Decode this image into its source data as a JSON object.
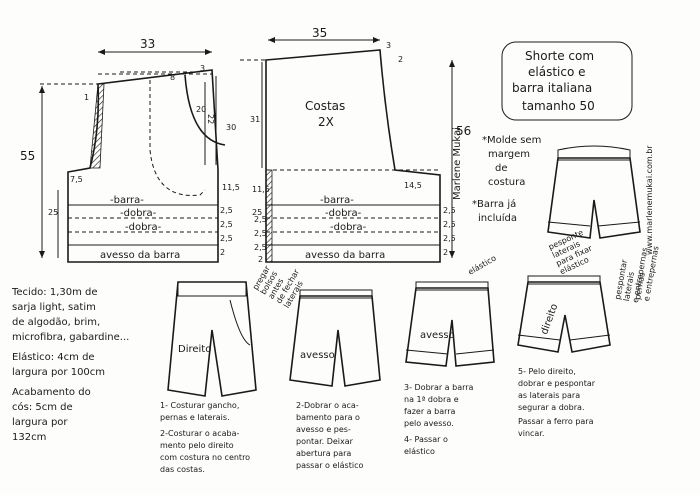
{
  "title": {
    "line1": "Shorte com",
    "line2": "elástico e",
    "line3": "barra italiana",
    "line4": "tamanho 50"
  },
  "front_piece": {
    "width_label": "33",
    "height_label": "55",
    "dim_8": "8",
    "dim_3": "3",
    "dim_1": "1",
    "dim_20": "20",
    "dim_22": "22",
    "dim_30": "30",
    "dim_11_5": "11,5",
    "dim_7_5": "7,5",
    "dim_25": "25",
    "dim_2_5a": "2,5",
    "dim_2_5b": "2,5",
    "dim_2_5c": "2,5",
    "dim_2": "2",
    "barra": "-barra-",
    "dobra1": "-dobra-",
    "dobra2": "-dobra-",
    "avesso": "avesso da barra"
  },
  "back_piece": {
    "width_label": "35",
    "label": "Costas",
    "qty": "2X",
    "dim_31": "31",
    "dim_56": "56",
    "dim_3": "3",
    "dim_2": "2",
    "dim_11_5": "11,5",
    "dim_14_5": "14,5",
    "dim_25": "25",
    "dim_2_5a": "2,5",
    "dim_2_5b": "2,5",
    "dim_2_5c": "2,5",
    "dim_2b": "2",
    "dim_2_5d": "2,5",
    "dim_2_5e": "2,5",
    "dim_2_5f": "2,5",
    "dim_2c": "2",
    "barra": "-barra-",
    "dobra1": "-dobra-",
    "dobra2": "-dobra-",
    "avesso": "avesso da barra",
    "signature": "Marlene Mukai"
  },
  "notes": {
    "molde1": "*Molde sem",
    "molde2": "margem",
    "molde3": "de",
    "molde4": "costura",
    "barra1": "*Barra já",
    "barra2": "incluída"
  },
  "website": "www.marlenemukai.com.br",
  "fabric": {
    "l1": "Tecido: 1,30m de",
    "l2": "sarja light, satim",
    "l3": "de algodão, brim,",
    "l4": "microfibra, gabardine...",
    "l5": "Elástico: 4cm de",
    "l6": "largura por 100cm",
    "l7": "Acabamento do",
    "l8": "cós: 5cm de",
    "l9": "largura por",
    "l10": "132cm"
  },
  "step_labels": {
    "direito": "Direito",
    "pregar1": "pregar",
    "pregar2": "bolsos",
    "pregar3": "antes",
    "pregar4": "de fechar",
    "pregar5": "laterais",
    "avesso2": "avesso",
    "avesso3": "avesso",
    "elastico": "elástico",
    "pesp1": "pesponte",
    "pesp2": "laterais",
    "pesp3": "para fixar",
    "pesp4": "elástico",
    "direito4": "direito",
    "pesp_side1": "pespontar",
    "pesp_side2": "laterais",
    "pesp_side3": "e entrepernas",
    "pernas1": "pernas",
    "pernas2": "e entrepernas"
  },
  "steps": {
    "s1a": "1- Costurar gancho,",
    "s1b": "pernas e laterais.",
    "s1c": "2-Costurar o acaba-",
    "s1d": "mento pelo direito",
    "s1e": "com costura no centro",
    "s1f": "das costas.",
    "s2a": "2-Dobrar o aca-",
    "s2b": "bamento para o",
    "s2c": "avesso e pes-",
    "s2d": "pontar. Deixar",
    "s2e": "abertura para",
    "s2f": "passar o elástico",
    "s3a": "3- Dobrar a barra",
    "s3b": "na 1ª dobra e",
    "s3c": "fazer a barra",
    "s3d": "pelo avesso.",
    "s3e": "4- Passar o",
    "s3f": "elástico",
    "s5a": "5- Pelo direito,",
    "s5b": "dobrar e pespontar",
    "s5c": "as laterais para",
    "s5d": "segurar a dobra.",
    "s5e": "Passar a ferro para",
    "s5f": "vincar."
  }
}
